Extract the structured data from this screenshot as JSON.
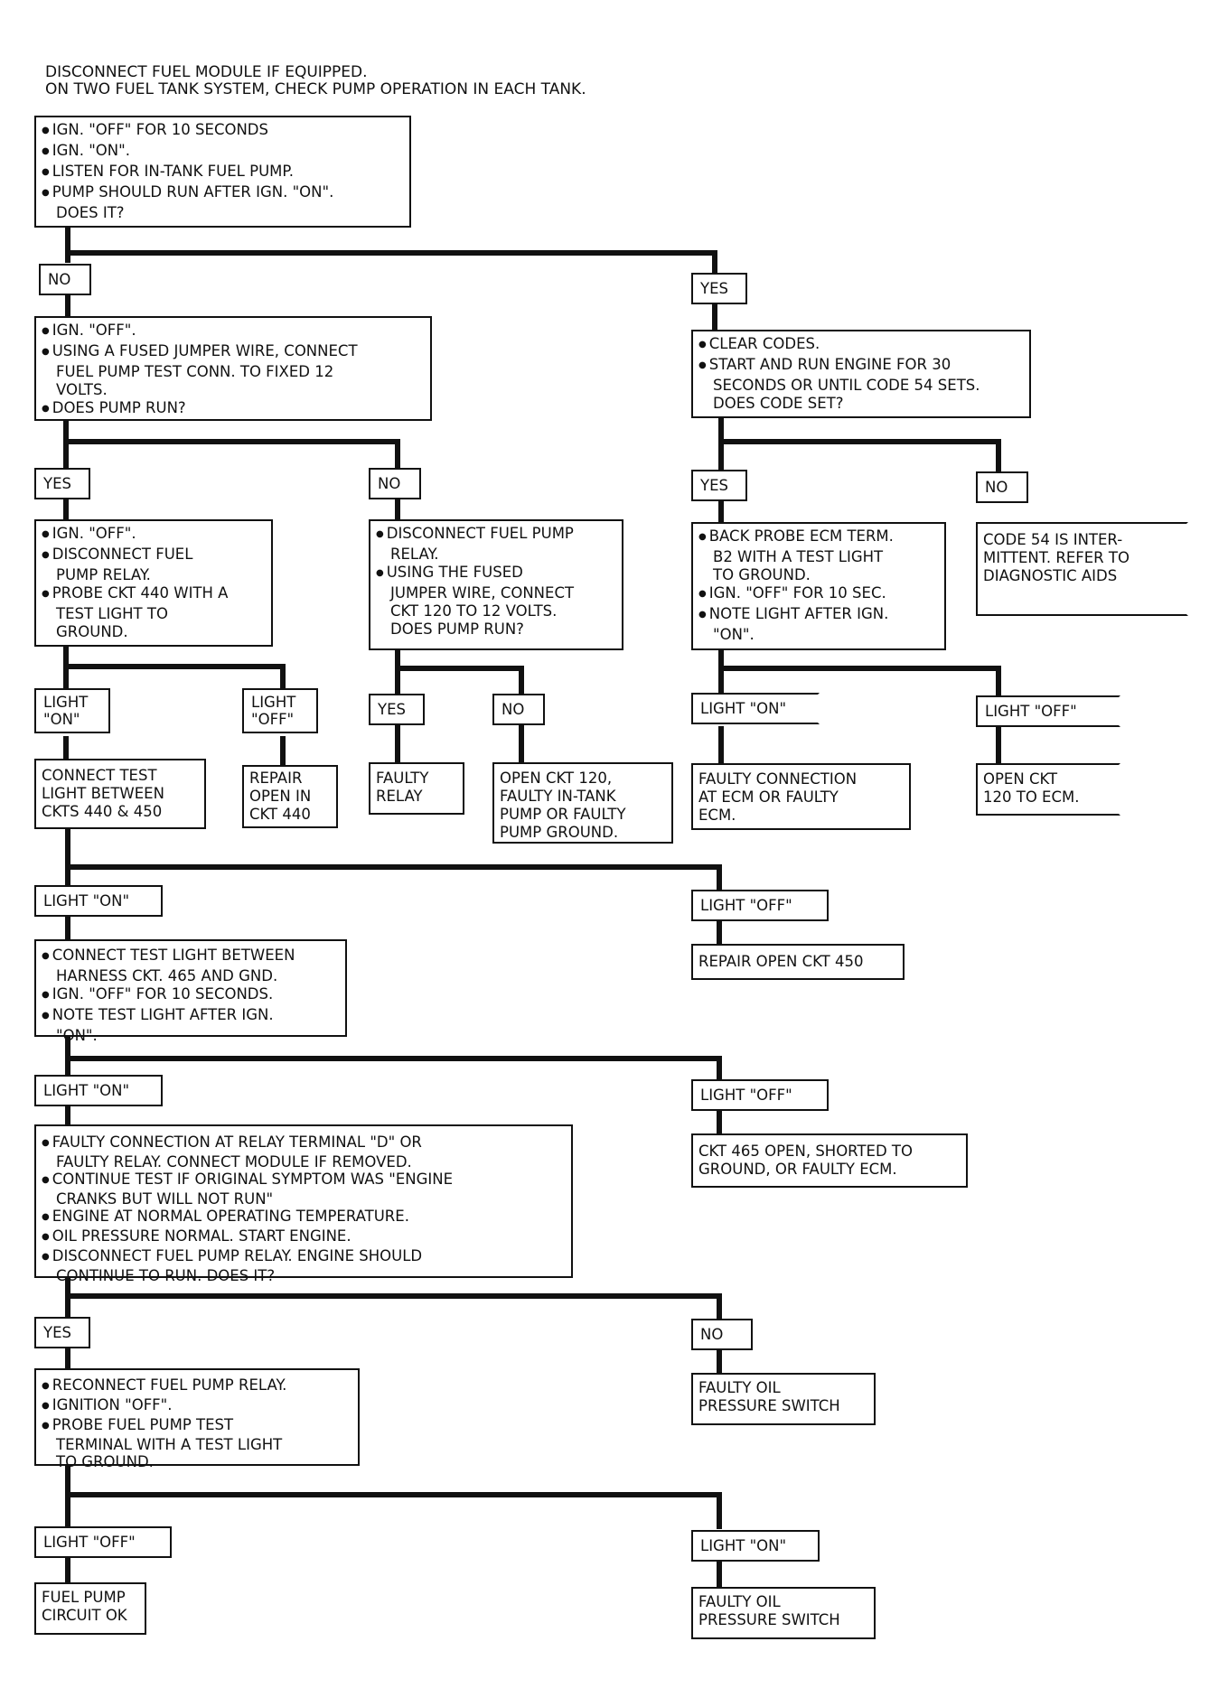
{
  "header": {
    "line1": "DISCONNECT FUEL MODULE IF EQUIPPED.",
    "line2": "ON TWO FUEL TANK SYSTEM, CHECK PUMP OPERATION IN EACH TANK."
  },
  "start": [
    "IGN. \"OFF\" FOR 10 SECONDS",
    "IGN. \"ON\".",
    "LISTEN FOR IN-TANK FUEL PUMP.",
    "PUMP SHOULD RUN AFTER IGN. \"ON\".",
    "DOES IT?"
  ],
  "labels": {
    "no": "NO",
    "yes": "YES",
    "light_on": "LIGHT \"ON\"",
    "light_off": "LIGHT \"OFF\"",
    "light_on_a": "LIGHT",
    "light_on_b": "\"ON\"",
    "light_off_a": "LIGHT",
    "light_off_b": "\"OFF\""
  },
  "jumper_test": [
    "IGN. \"OFF\".",
    "USING A FUSED JUMPER WIRE, CONNECT",
    "FUEL PUMP TEST CONN. TO FIXED 12",
    "VOLTS.",
    "DOES PUMP RUN?"
  ],
  "clear_codes": [
    "CLEAR CODES.",
    "START AND RUN ENGINE FOR 30",
    "SECONDS OR UNTIL CODE 54 SETS.",
    "DOES CODE SET?"
  ],
  "probe_440": [
    "IGN. \"OFF\".",
    "DISCONNECT FUEL",
    "PUMP RELAY.",
    "PROBE CKT 440 WITH A",
    "TEST LIGHT TO",
    "GROUND."
  ],
  "relay_jumper": [
    "DISCONNECT FUEL PUMP",
    "RELAY.",
    "USING THE FUSED",
    "JUMPER WIRE, CONNECT",
    "CKT 120 TO 12 VOLTS.",
    "DOES PUMP RUN?"
  ],
  "back_probe": [
    "BACK PROBE ECM TERM.",
    "B2 WITH A TEST LIGHT",
    "TO GROUND.",
    "IGN. \"OFF\" FOR 10 SEC.",
    "NOTE LIGHT AFTER IGN.",
    "\"ON\"."
  ],
  "code54": [
    "CODE 54 IS INTER-",
    "MITTENT.  REFER TO",
    "DIAGNOSTIC AIDS"
  ],
  "connect_test_light": [
    "CONNECT TEST",
    "LIGHT BETWEEN",
    "CKTS 440 & 450"
  ],
  "repair_440": [
    "REPAIR",
    "OPEN IN",
    "CKT 440"
  ],
  "faulty_relay": [
    "FAULTY",
    "RELAY"
  ],
  "open_120": [
    "OPEN CKT 120,",
    "FAULTY IN-TANK",
    "PUMP OR FAULTY",
    "PUMP GROUND."
  ],
  "faulty_ecm_conn": [
    "FAULTY CONNECTION",
    "AT ECM OR FAULTY",
    "ECM."
  ],
  "open_120_ecm": [
    "OPEN CKT",
    "120 TO ECM."
  ],
  "repair_450": "REPAIR OPEN CKT 450",
  "harness_465": [
    "CONNECT TEST LIGHT BETWEEN",
    "HARNESS CKT. 465 AND GND.",
    "IGN. \"OFF\" FOR 10 SECONDS.",
    "NOTE TEST LIGHT AFTER IGN.",
    "\"ON\"."
  ],
  "ckt465_open": [
    "CKT 465 OPEN, SHORTED TO",
    "GROUND, OR FAULTY ECM."
  ],
  "relay_terminal_d": [
    "FAULTY CONNECTION AT RELAY TERMINAL \"D\" OR",
    "FAULTY RELAY.  CONNECT MODULE IF REMOVED.",
    "CONTINUE TEST IF ORIGINAL SYMPTOM WAS \"ENGINE",
    "CRANKS BUT WILL NOT RUN\"",
    "ENGINE AT NORMAL OPERATING TEMPERATURE.",
    "OIL PRESSURE NORMAL.  START ENGINE.",
    "DISCONNECT FUEL PUMP RELAY.  ENGINE SHOULD",
    "CONTINUE TO RUN.  DOES IT?"
  ],
  "faulty_oil_switch": [
    "FAULTY OIL",
    "PRESSURE SWITCH"
  ],
  "reconnect_relay": [
    "RECONNECT FUEL PUMP RELAY.",
    "IGNITION \"OFF\".",
    "PROBE FUEL PUMP TEST",
    "TERMINAL WITH A TEST LIGHT",
    "TO GROUND."
  ],
  "fuel_pump_ok": [
    "FUEL PUMP",
    "CIRCUIT OK"
  ]
}
